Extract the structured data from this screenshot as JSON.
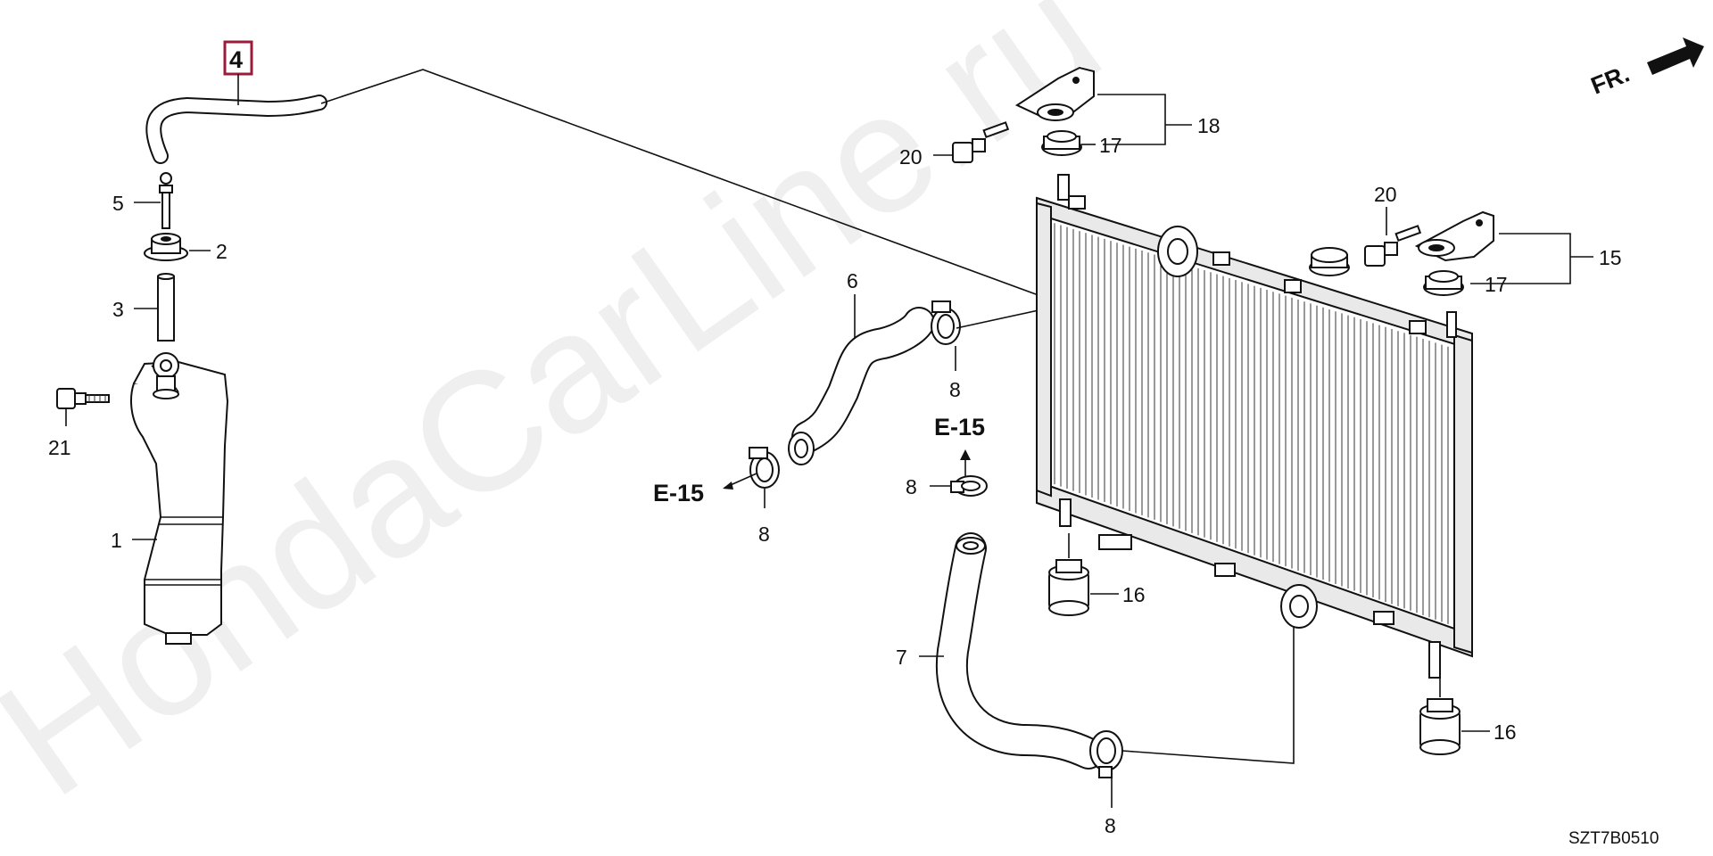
{
  "watermark": "HondaCarLine.ru",
  "diagram_code": "SZT7B0510",
  "front_marker": "FR.",
  "highlighted_part": "4",
  "section_refs": {
    "left": "E-15",
    "center": "E-15"
  },
  "part_labels": {
    "p1": "1",
    "p2": "2",
    "p3": "3",
    "p5": "5",
    "p6": "6",
    "p7": "7",
    "p8a": "8",
    "p8b": "8",
    "p8c": "8",
    "p8d": "8",
    "p15": "15",
    "p16a": "16",
    "p16b": "16",
    "p17a": "17",
    "p17b": "17",
    "p18": "18",
    "p20a": "20",
    "p20b": "20",
    "p21": "21"
  },
  "colors": {
    "highlight_border": "#9b1c3a",
    "ink": "#111111"
  }
}
